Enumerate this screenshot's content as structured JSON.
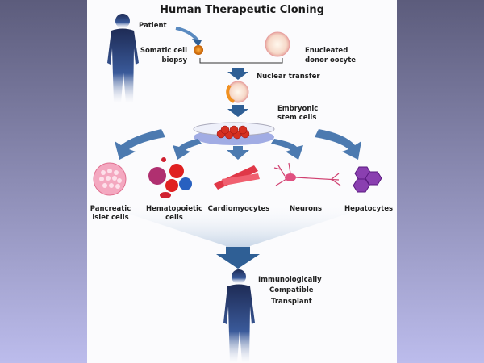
{
  "title": "Human Therapeutic Cloning",
  "labels": {
    "patient": "Patient",
    "somatic_1": "Somatic cell",
    "somatic_2": "biopsy",
    "oocyte_1": "Enucleated",
    "oocyte_2": "donor oocyte",
    "nuclear_transfer": "Nuclear transfer",
    "esc_1": "Embryonic",
    "esc_2": "stem cells",
    "transplant_1": "Immunologically",
    "transplant_2": "Compatible",
    "transplant_3": "Transplant"
  },
  "cell_types": [
    {
      "line1": "Pancreatic",
      "line2": "islet cells"
    },
    {
      "line1": "Hematopoietic",
      "line2": "cells"
    },
    {
      "line1": "Cardiomyocytes",
      "line2": ""
    },
    {
      "line1": "Neurons",
      "line2": ""
    },
    {
      "line1": "Hepatocytes",
      "line2": ""
    }
  ],
  "colors": {
    "arrow": "#2f5f95",
    "silhouette": "#1e2b55",
    "cell_orange": "#e07a10",
    "cell_red": "#d62030",
    "hepatocyte": "#8a3fb0"
  }
}
